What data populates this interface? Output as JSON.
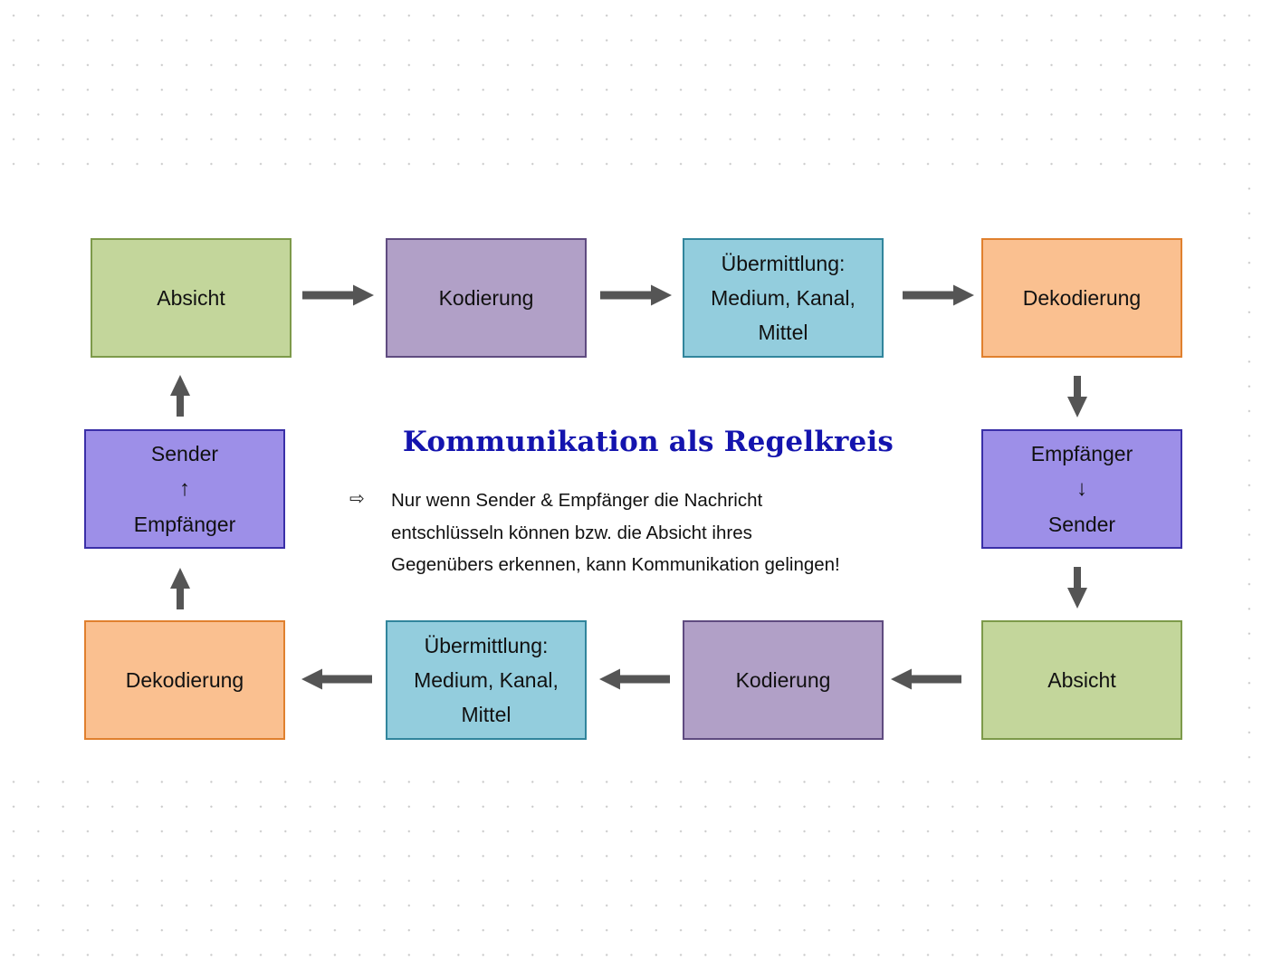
{
  "diagram": {
    "title": "Kommunikation als Regelkreis",
    "bullet_icon": "⇨",
    "note_lines": [
      "Nur wenn Sender & Empfänger die Nachricht",
      "entschlüsseln können bzw. die Absicht ihres",
      "Gegenübers erkennen, kann Kommunikation gelingen!"
    ],
    "top_row": [
      {
        "lines": [
          "Absicht"
        ],
        "color": "#c3d69b"
      },
      {
        "lines": [
          "Kodierung"
        ],
        "color": "#b1a0c7"
      },
      {
        "lines": [
          "Übermittlung:",
          "Medium, Kanal,",
          "Mittel"
        ],
        "color": "#93cddd"
      },
      {
        "lines": [
          "Dekodierung"
        ],
        "color": "#fac090"
      }
    ],
    "left_middle": {
      "lines": [
        "Sender",
        "↑",
        "Empfänger"
      ],
      "color": "#9d8fe8"
    },
    "right_middle": {
      "lines": [
        "Empfänger",
        "↓",
        "Sender"
      ],
      "color": "#9d8fe8"
    },
    "bottom_row": [
      {
        "lines": [
          "Dekodierung"
        ],
        "color": "#fac090"
      },
      {
        "lines": [
          "Übermittlung:",
          "Medium, Kanal,",
          "Mittel"
        ],
        "color": "#93cddd"
      },
      {
        "lines": [
          "Kodierung"
        ],
        "color": "#b1a0c7"
      },
      {
        "lines": [
          "Absicht"
        ],
        "color": "#c3d69b"
      }
    ],
    "arrow_color": "#555555"
  }
}
